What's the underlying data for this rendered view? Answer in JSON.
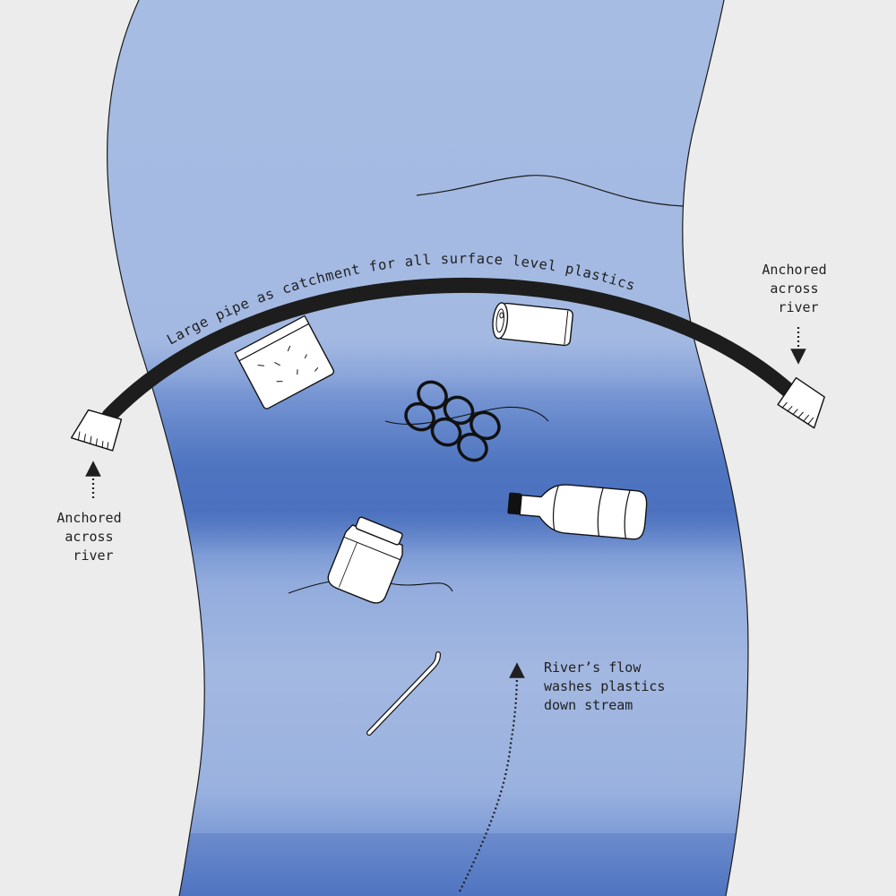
{
  "colors": {
    "background": "#ececec",
    "river_light": "#a9bde3",
    "river_dark": "#3d62b5",
    "pipe": "#1d1d1d",
    "outline": "#111111",
    "plastic_fill": "#ffffff"
  },
  "labels": {
    "pipe_caption": "Large pipe as catchment for all surface level plastics",
    "anchor_right": [
      "Anchored",
      "across",
      "river"
    ],
    "anchor_left": [
      "Anchored",
      "across",
      "river"
    ],
    "flow": [
      "River’s flow",
      "washes plastics",
      "down stream"
    ]
  },
  "items": {
    "bag": "plastic-bag-icon",
    "can": "can-icon",
    "six_pack_rings": "six-pack-rings-icon",
    "bottle": "plastic-bottle-icon",
    "jar": "plastic-jar-icon",
    "straw": "straw-icon",
    "anchors": "anchor-cap-icon"
  }
}
